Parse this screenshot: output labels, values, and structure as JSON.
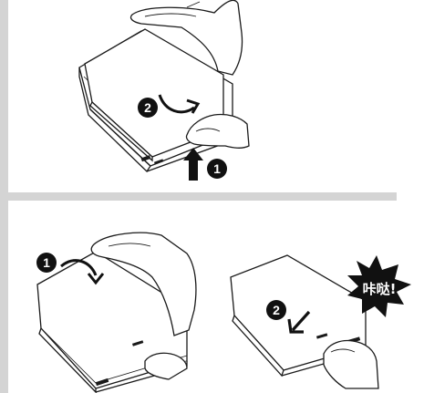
{
  "steps": {
    "top": {
      "push_step": "1",
      "slide_step": "2"
    },
    "bottom": {
      "tilt_step": "1",
      "press_step": "2",
      "click_label": "咔哒!"
    }
  },
  "colors": {
    "side_bar": "#d4d4d4",
    "divider": "#d4d4d4",
    "line": "#1a1a1a",
    "badge_fill": "#111111",
    "burst_fill": "#111111"
  },
  "icons": [
    "up-arrow-icon",
    "curved-arrow-icon",
    "down-arrow-icon",
    "hand-icon",
    "click-burst-icon"
  ]
}
